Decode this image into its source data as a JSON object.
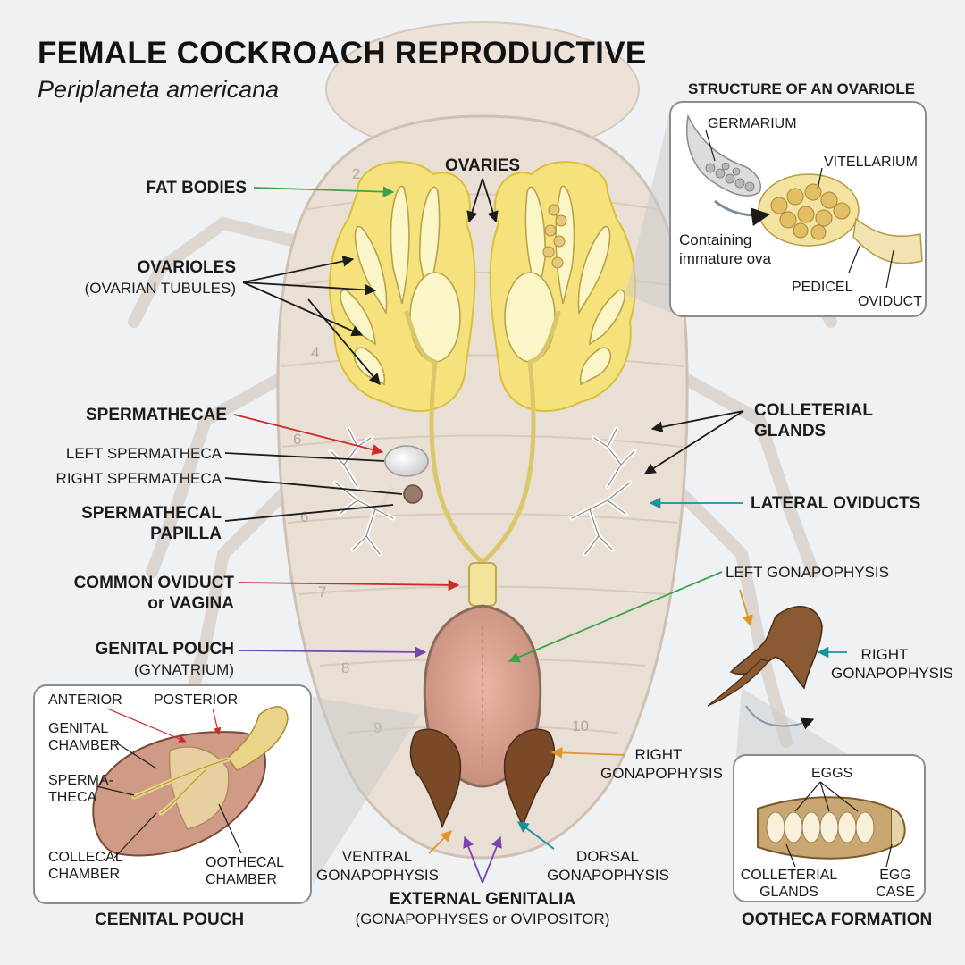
{
  "title": "FEMALE COCKROACH REPRODUCTIVE",
  "subtitle": "Periplaneta americana",
  "colors": {
    "background": "#eef2f4",
    "body_shell": "#eadfd4",
    "fat_bodies": "#f6e27c",
    "ovariole": "#fbf6c8",
    "arrow_green": "#3aa347",
    "arrow_red": "#cf2a2a",
    "arrow_purple": "#7a45b0",
    "arrow_teal": "#1a8fa0",
    "arrow_orange": "#e0952a",
    "gonapophysis": "#7a4a28"
  },
  "segment_numbers": [
    "2",
    "4",
    "6",
    "6",
    "7",
    "8",
    "9",
    "10"
  ],
  "labels": {
    "ovaries": "OVARIES",
    "fat_bodies": "FAT BODIES",
    "ovarioles": "OVARIOLES",
    "ovarioles_sub": "(OVARIAN TUBULES)",
    "spermathecae": "SPERMATHECAE",
    "left_spermatheca": "LEFT SPERMATHECA",
    "right_spermatheca": "RIGHT SPERMATHECA",
    "spermathecal_papilla_1": "SPERMATHECAL",
    "spermathecal_papilla_2": "PAPILLA",
    "common_oviduct_1": "COMMON OVIDUCT",
    "common_oviduct_2": "or VAGINA",
    "genital_pouch_1": "GENITAL POUCH",
    "genital_pouch_2": "(GYNATRIUM)",
    "colleterial_glands_1": "COLLETERIAL",
    "colleterial_glands_2": "GLANDS",
    "lateral_oviducts": "LATERAL OVIDUCTS",
    "left_gonapophysis_top": "LEFT GONAPOPHYSIS",
    "right_gonapophysis_detail_1": "RIGHT",
    "right_gonapophysis_detail_2": "GONAPOPHYSIS",
    "right_gonapophysis_1": "RIGHT",
    "right_gonapophysis_2": "GONAPOPHYSIS",
    "ventral_gonapophysis_1": "VENTRAL",
    "ventral_gonapophysis_2": "GONAPOPHYSIS",
    "dorsal_gonapophysis_1": "DORSAL",
    "dorsal_gonapophysis_2": "GONAPOPHYSIS",
    "external_genitalia_1": "EXTERNAL GENITALIA",
    "external_genitalia_2": "(GONAPOPHYSES or OVIPOSITOR)"
  },
  "ovariole_inset": {
    "title": "STRUCTURE OF AN OVARIOLE",
    "germarium": "GERMARIUM",
    "vitellarium": "VITELLARIUM",
    "containing_1": "Containing",
    "containing_2": "immature ova",
    "pedicel": "PEDICEL",
    "oviduct": "OVIDUCT"
  },
  "pouch_inset": {
    "caption": "CEENITAL POUCH",
    "anterior": "ANTERIOR",
    "posterior": "POSTERIOR",
    "genital_chamber_1": "GENITAL",
    "genital_chamber_2": "CHAMBER",
    "spermatheca_1": "SPERMA-",
    "spermatheca_2": "THECA",
    "collecal_chamber_1": "COLLECAL",
    "collecal_chamber_2": "CHAMBER",
    "oothecal_chamber_1": "OOTHECAL",
    "oothecal_chamber_2": "CHAMBER"
  },
  "ootheca_inset": {
    "caption": "OOTHECA FORMATION",
    "eggs": "EGGS",
    "colleterial_glands_1": "COLLETERIAL",
    "colleterial_glands_2": "GLANDS",
    "egg_case_1": "EGG",
    "egg_case_2": "CASE"
  }
}
